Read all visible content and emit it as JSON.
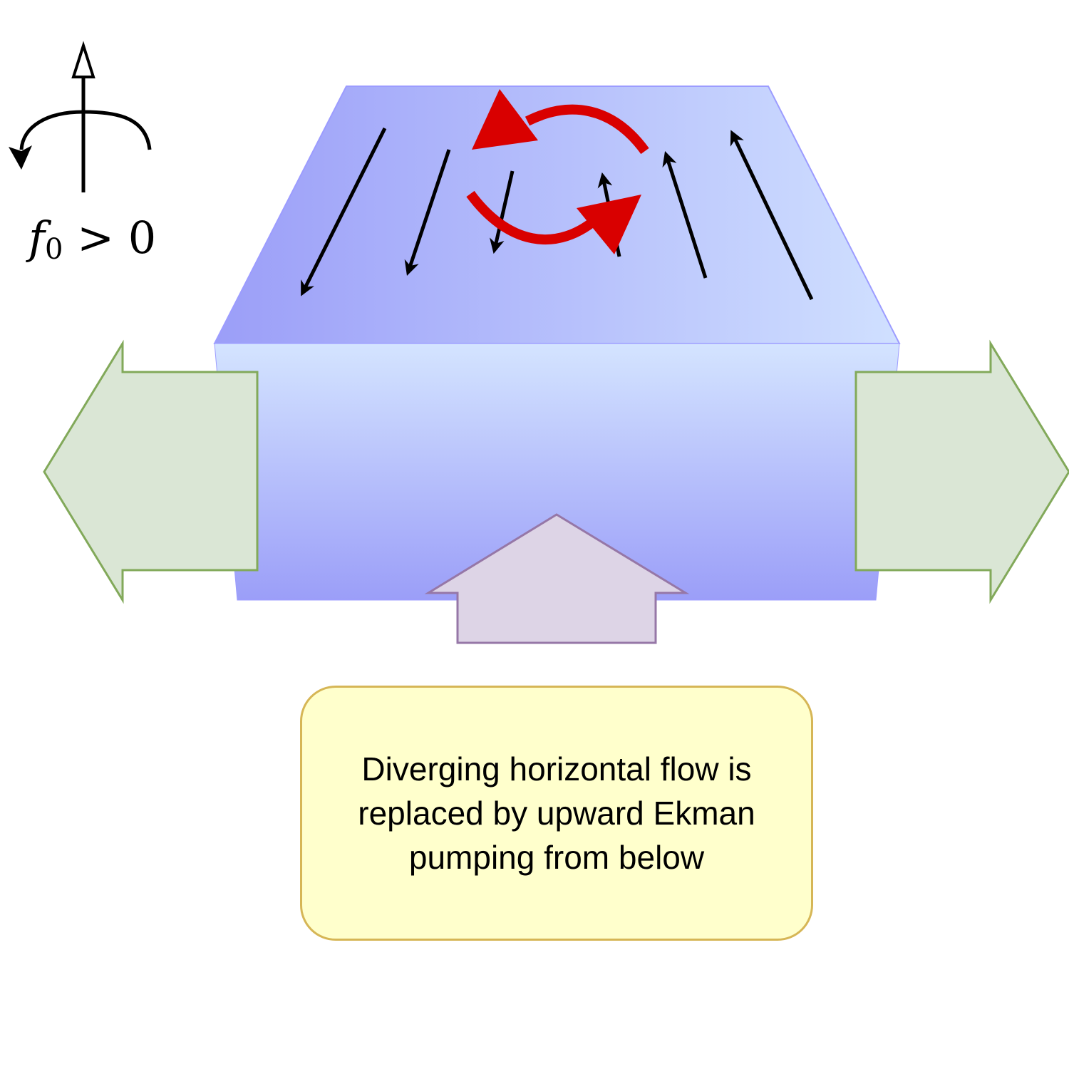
{
  "rotation": {
    "symbol": "f",
    "subscript": "0",
    "relation": " > 0"
  },
  "callout": {
    "text": "Diverging horizontal flow is replaced by upward Ekman pumping from below"
  },
  "colors": {
    "box_top_left": "#9b9ef8",
    "box_top_right": "#d0e0ff",
    "box_front_top": "#d4e4ff",
    "box_front_bottom": "#9b9ef8",
    "box_stroke": "#9c9cff",
    "outflow_fill": "#dae6d5",
    "outflow_stroke": "#82a95a",
    "upflow_fill": "#ddd4e6",
    "upflow_stroke": "#9677a7",
    "eddy_arrow": "#d90000",
    "callout_fill": "#ffffcc",
    "callout_stroke": "#d6b656"
  }
}
